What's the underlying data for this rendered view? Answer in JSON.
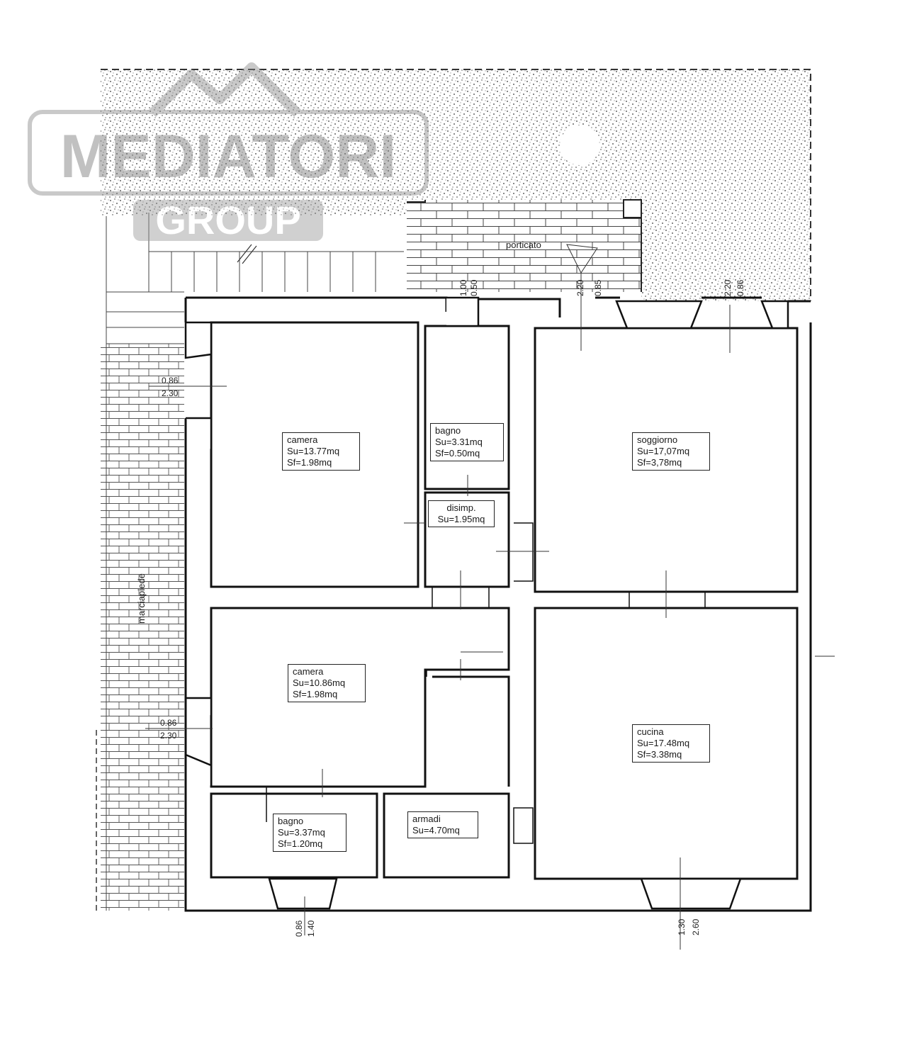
{
  "watermark": {
    "brand": "MEDIATORI",
    "sub": "GROUP"
  },
  "labels": {
    "porticato": "porticato",
    "marciapiede": "marciapiede"
  },
  "rooms": {
    "camera1": {
      "name": "camera",
      "su": "Su=13.77mq",
      "sf": "Sf=1.98mq"
    },
    "bagno1": {
      "name": "bagno",
      "su": "Su=3.31mq",
      "sf": "Sf=0.50mq"
    },
    "disimp": {
      "name": "disimp.",
      "su": "Su=1.95mq"
    },
    "soggiorno": {
      "name": "soggiorno",
      "su": "Su=17,07mq",
      "sf": "Sf=3,78mq"
    },
    "camera2": {
      "name": "camera",
      "su": "Su=10.86mq",
      "sf": "Sf=1.98mq"
    },
    "cucina": {
      "name": "cucina",
      "su": "Su=17.48mq",
      "sf": "Sf=3.38mq"
    },
    "bagno2": {
      "name": "bagno",
      "su": "Su=3.37mq",
      "sf": "Sf=1.20mq"
    },
    "armadi": {
      "name": "armadi",
      "su": "Su=4.70mq"
    }
  },
  "dimensions": {
    "win_left_top_a": "0.86",
    "win_left_top_b": "2.30",
    "win_left_bot_a": "0.86",
    "win_left_bot_b": "2.30",
    "door_top_a": "1.00",
    "door_top_b": "0.50",
    "porch_a": "2.20",
    "porch_b": "0.85",
    "win_top_right_a": "2.20",
    "win_top_right_b": "0.86",
    "win_bot_left_a": "0.86",
    "win_bot_left_b": "1.40",
    "win_bot_right_a": "1.30",
    "win_bot_right_b": "2.60"
  }
}
